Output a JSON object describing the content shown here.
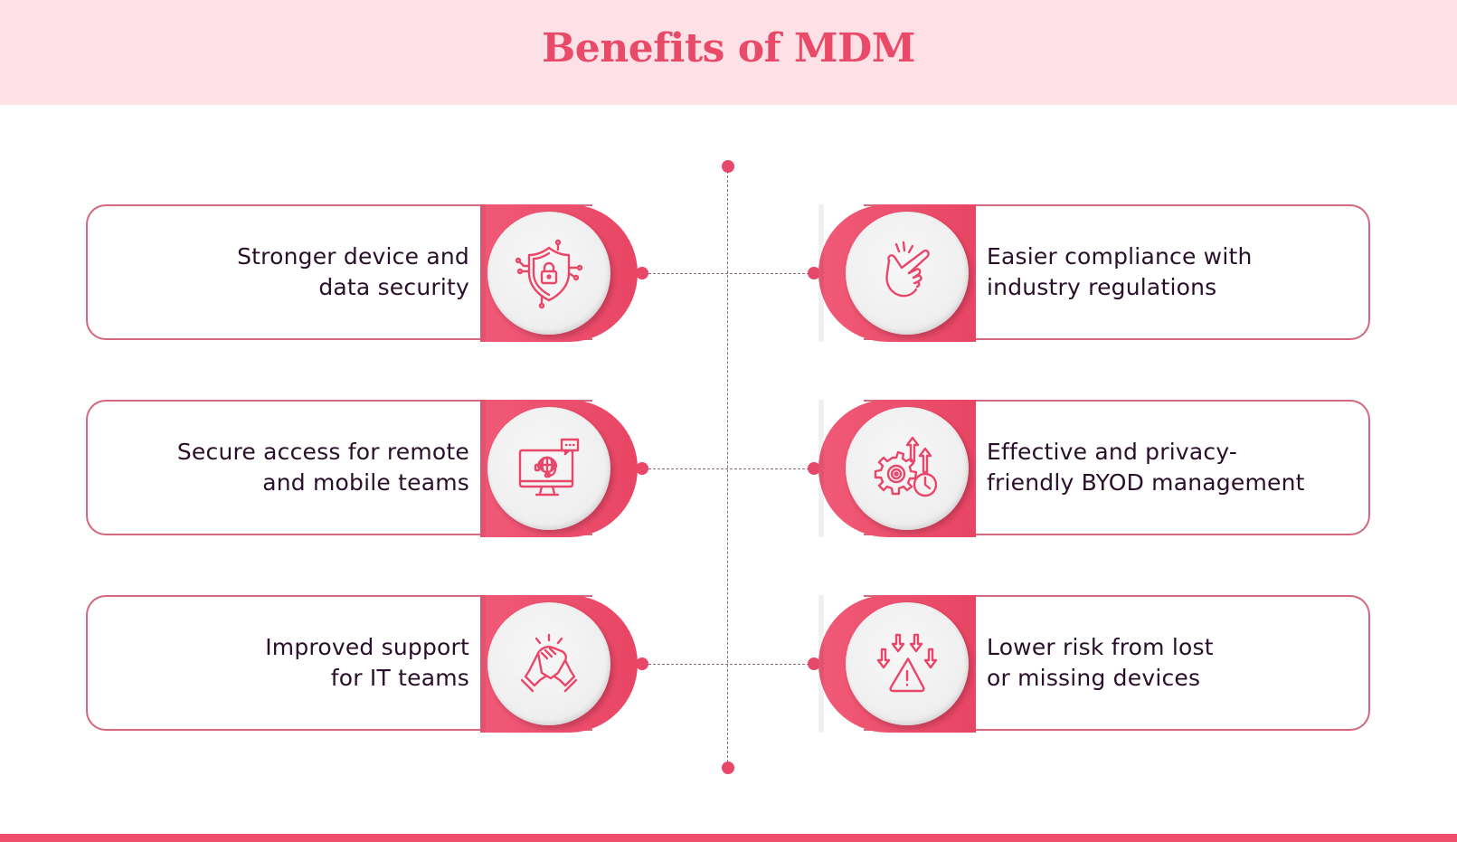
{
  "header": {
    "title": "Benefits of MDM"
  },
  "colors": {
    "accent": "#e8476a",
    "header_bg": "#fde1e6",
    "text": "#2a0f2b",
    "card_border": "#d36880"
  },
  "benefits_left": [
    {
      "line1": "Stronger device and",
      "line2": "data security",
      "icon": "shield-lock-icon"
    },
    {
      "line1": "Secure access for remote",
      "line2": "and mobile teams",
      "icon": "monitor-support-icon"
    },
    {
      "line1": "Improved support",
      "line2": "for IT teams",
      "icon": "handshake-icon"
    }
  ],
  "benefits_right": [
    {
      "line1": "Easier compliance with",
      "line2": "industry regulations",
      "icon": "finger-snap-icon"
    },
    {
      "line1": "Effective and privacy-",
      "line2": "friendly BYOD management",
      "icon": "gear-growth-clock-icon"
    },
    {
      "line1": "Lower risk from lost",
      "line2": "or missing devices",
      "icon": "warning-arrows-icon"
    }
  ]
}
